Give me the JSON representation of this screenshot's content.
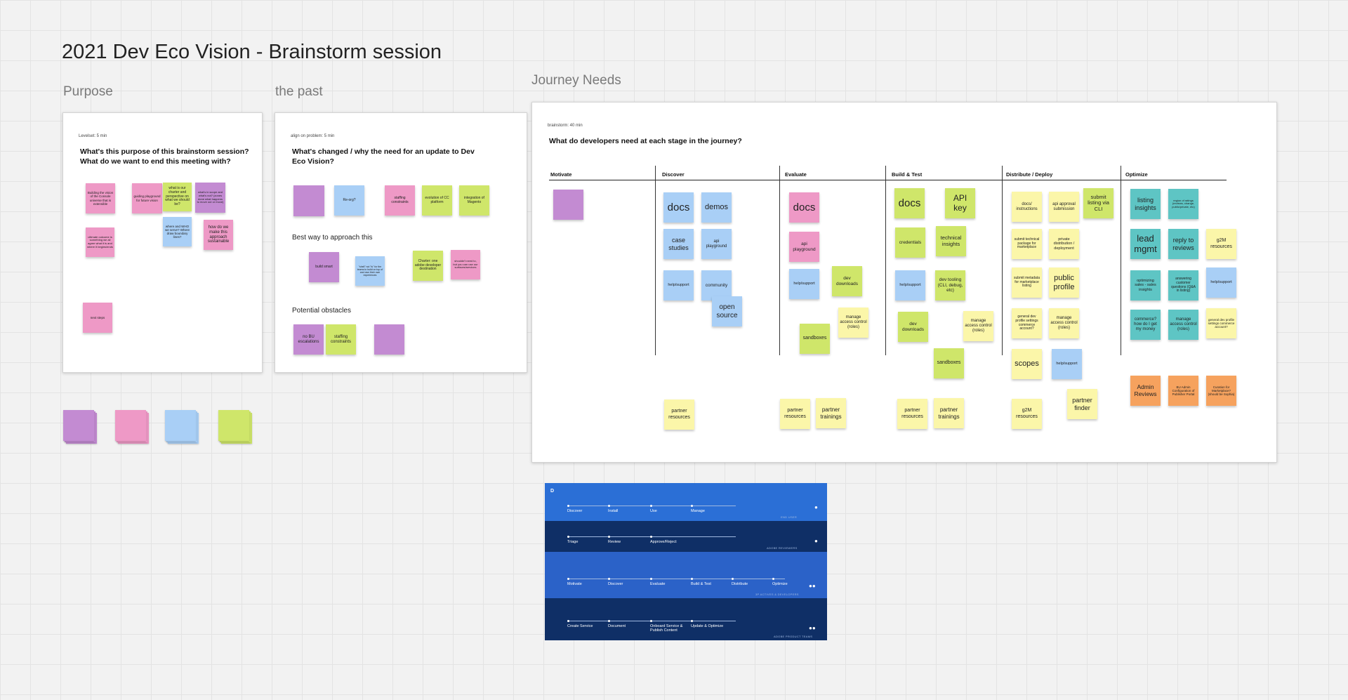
{
  "board": {
    "title": "2021 Dev Eco Vision - Brainstorm session",
    "sections": {
      "purpose": "Purpose",
      "past": "the past",
      "journey": "Journey Needs"
    }
  },
  "purpose_frame": {
    "timer": "Levelset: 5 min",
    "prompt": "What's this purpose of this brainstorm session? What do we want to end this meeting with?",
    "notes": [
      {
        "text": "Building the vision of the Console universe that is extensible",
        "color": "pink"
      },
      {
        "text": "guiding playground for future vision",
        "color": "pink"
      },
      {
        "text": "what is our charter and perspective on what we should be?",
        "color": "lime"
      },
      {
        "text": "what's in scope and what's not? (zones done what happens to move out or move)",
        "color": "purple"
      },
      {
        "text": "ultimate outcome is something we all agree what it is and where it begins/ends",
        "color": "pink"
      },
      {
        "text": "where and WHO we serve? Where draw boundary lines?",
        "color": "blue"
      },
      {
        "text": "how do we make this approach sustainable",
        "color": "pink"
      },
      {
        "text": "next steps",
        "color": "pink"
      }
    ]
  },
  "past_frame": {
    "timer": "align on problem: 5 min",
    "prompt": "What's changed / why the need for an update to Dev Eco Vision?",
    "notes": [
      {
        "text": "",
        "color": "purple"
      },
      {
        "text": "Re-org?",
        "color": "blue"
      },
      {
        "text": "staffing constraints",
        "color": "pink"
      },
      {
        "text": "evolution of CC platform",
        "color": "lime"
      },
      {
        "text": "integration of Magento",
        "color": "lime"
      }
    ],
    "approach_label": "Best way to approach this",
    "approach_notes": [
      {
        "text": "build smart",
        "color": "purple"
      },
      {
        "text": "\"shell\" not \"is\" for the teams to build on top of and own their own experiences",
        "color": "blue"
      },
      {
        "text": "Charter: one adobe developer destination",
        "color": "lime"
      },
      {
        "text": "shouldn't need to, but you can use our surfaces/services",
        "color": "pink"
      }
    ],
    "obstacles_label": "Potential obstacles",
    "obstacle_notes": [
      {
        "text": "no BU escalations",
        "color": "purple"
      },
      {
        "text": "staffing constraints",
        "color": "lime"
      },
      {
        "text": "",
        "color": "purple"
      }
    ]
  },
  "journey_frame": {
    "timer": "brainstorm: 40 min",
    "prompt": "What do developers need at each stage in the journey?",
    "stages": [
      "Motivate",
      "Discover",
      "Evaluate",
      "Build & Test",
      "Distribute / Deploy",
      "Optimize"
    ],
    "motivate": [
      {
        "text": "",
        "color": "purple"
      }
    ],
    "discover": [
      {
        "text": "docs",
        "color": "blue"
      },
      {
        "text": "demos",
        "color": "blue"
      },
      {
        "text": "case studies",
        "color": "blue"
      },
      {
        "text": "api playground",
        "color": "blue"
      },
      {
        "text": "help/support",
        "color": "blue"
      },
      {
        "text": "community",
        "color": "blue"
      },
      {
        "text": "open source",
        "color": "blue"
      },
      {
        "text": "partner resources",
        "color": "yellow"
      }
    ],
    "evaluate": [
      {
        "text": "docs",
        "color": "pink"
      },
      {
        "text": "api playground",
        "color": "pink"
      },
      {
        "text": "help/support",
        "color": "blue"
      },
      {
        "text": "dev downloads",
        "color": "lime"
      },
      {
        "text": "manage access control (roles)",
        "color": "yellow"
      },
      {
        "text": "sandboxes",
        "color": "lime"
      },
      {
        "text": "partner resources",
        "color": "yellow"
      },
      {
        "text": "partner trainings",
        "color": "yellow"
      }
    ],
    "build": [
      {
        "text": "docs",
        "color": "lime"
      },
      {
        "text": "API key",
        "color": "lime"
      },
      {
        "text": "credentials",
        "color": "lime"
      },
      {
        "text": "technical insights",
        "color": "lime"
      },
      {
        "text": "help/support",
        "color": "blue"
      },
      {
        "text": "dev tooling (CLI, debug, etc)",
        "color": "lime"
      },
      {
        "text": "dev downloads",
        "color": "lime"
      },
      {
        "text": "manage access control (roles)",
        "color": "yellow"
      },
      {
        "text": "sandboxes",
        "color": "lime"
      },
      {
        "text": "partner resources",
        "color": "yellow"
      },
      {
        "text": "partner trainings",
        "color": "yellow"
      }
    ],
    "distribute": [
      {
        "text": "docs/ instructions",
        "color": "yellow"
      },
      {
        "text": "api approval submission",
        "color": "yellow"
      },
      {
        "text": "submit listing via CLI",
        "color": "lime"
      },
      {
        "text": "submit technical package for marketplace",
        "color": "yellow"
      },
      {
        "text": "private distribution / deployment",
        "color": "yellow"
      },
      {
        "text": "submit metadata for marketplace listing",
        "color": "yellow"
      },
      {
        "text": "public profile",
        "color": "yellow"
      },
      {
        "text": "general dev profile settings commerce account?",
        "color": "yellow"
      },
      {
        "text": "manage access control (roles)",
        "color": "yellow"
      },
      {
        "text": "scopes",
        "color": "yellow"
      },
      {
        "text": "help/support",
        "color": "blue"
      },
      {
        "text": "g2M resources",
        "color": "yellow"
      },
      {
        "text": "partner finder",
        "color": "yellow"
      }
    ],
    "optimize": [
      {
        "text": "listing insights",
        "color": "teal"
      },
      {
        "text": "region of ratings (reviews, change, public/private, etc)",
        "color": "teal"
      },
      {
        "text": "lead mgmt",
        "color": "teal"
      },
      {
        "text": "reply to reviews",
        "color": "teal"
      },
      {
        "text": "g2M resources",
        "color": "yellow"
      },
      {
        "text": "optimizing sales - sales insights",
        "color": "teal"
      },
      {
        "text": "answering customer questions (Q&A in listing)",
        "color": "teal"
      },
      {
        "text": "help/support",
        "color": "blue"
      },
      {
        "text": "commerce? how do I get my money",
        "color": "teal"
      },
      {
        "text": "manage access control (roles)",
        "color": "yellow"
      },
      {
        "text": "general dev profile settings commerce account?",
        "color": "yellow"
      },
      {
        "text": "Admin Reviews",
        "color": "orange"
      },
      {
        "text": "BU Admin Configuration of Publisher Portal",
        "color": "orange"
      },
      {
        "text": "Curation for Marketplace? (should be Sophia)",
        "color": "orange"
      }
    ]
  },
  "diagram": {
    "logo": "D",
    "rows": [
      {
        "steps": [
          "Discover",
          "Install",
          "Use",
          "Manage"
        ],
        "caption": "END USER"
      },
      {
        "steps": [
          "Triage",
          "Review",
          "Approve/Reject"
        ],
        "caption": "ADOBE REVIEWERS"
      },
      {
        "steps": [
          "Motivate",
          "Discover",
          "Evaluate",
          "Build & Test",
          "Distribute",
          "Optimize"
        ],
        "caption": "3P ACTIVES & DEVELOPERS"
      },
      {
        "steps": [
          "Create Service",
          "Document",
          "Onboard Service & Publish Content",
          "Update & Optimize"
        ],
        "caption": "ADOBE PRODUCT TEAMS"
      }
    ]
  },
  "palette": {
    "pink": "#ee99c6",
    "purple": "#c38bd2",
    "blue": "#a9cff6",
    "lime": "#cfe66a",
    "yellow": "#fbf6a9",
    "teal": "#5ec5c4",
    "orange": "#f6a25e"
  }
}
